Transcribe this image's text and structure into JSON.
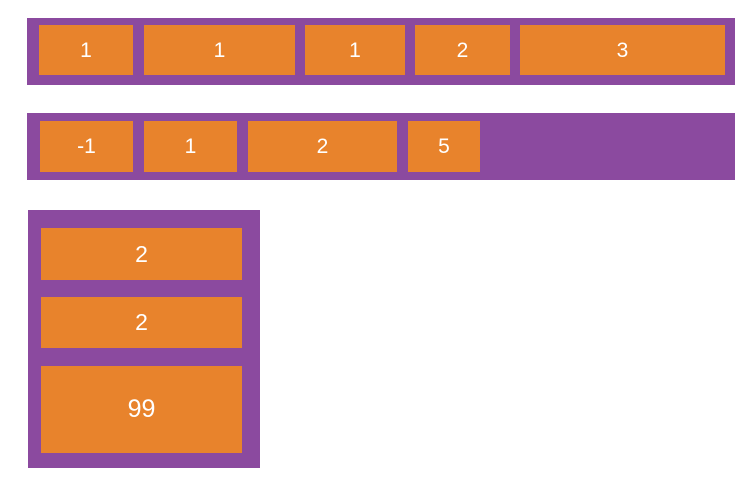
{
  "colors": {
    "container": "#8b4a9f",
    "item": "#e8832c",
    "text": "#ffffff",
    "background": "#ffffff"
  },
  "containers": [
    {
      "name": "row-1",
      "direction": "row",
      "items": [
        "1",
        "1",
        "1",
        "2",
        "3"
      ]
    },
    {
      "name": "row-2",
      "direction": "row",
      "items": [
        "-1",
        "1",
        "2",
        "5"
      ]
    },
    {
      "name": "column",
      "direction": "column",
      "items": [
        "2",
        "2",
        "99"
      ]
    }
  ]
}
